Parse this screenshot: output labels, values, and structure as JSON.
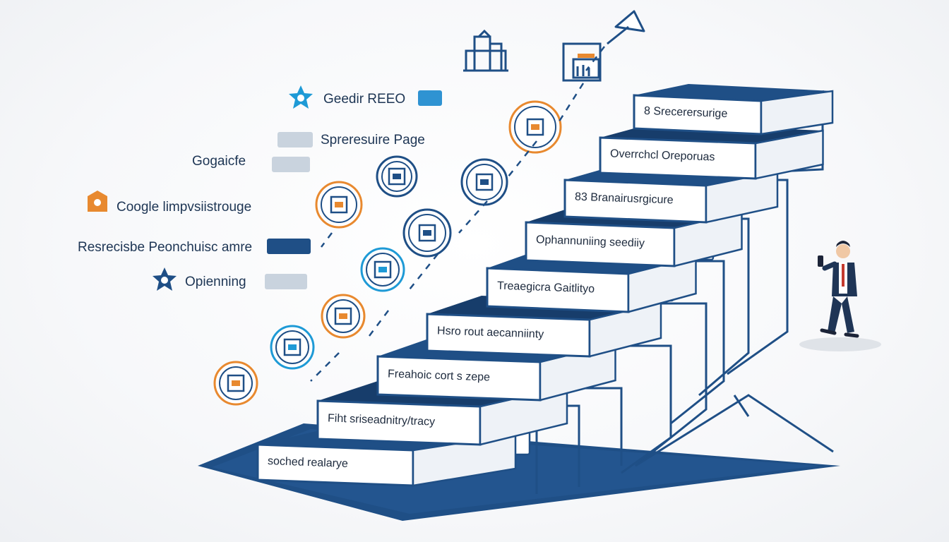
{
  "colors": {
    "navy": "#1f4f86",
    "navy_dark": "#173d6b",
    "orange": "#e8892f",
    "cyan": "#1e9ad6",
    "bar_light": "#c9d3de",
    "bar_dark": "#1f4f86",
    "bar_blue": "#2f93d2"
  },
  "steps": [
    {
      "label": "soched realarye"
    },
    {
      "label": "Fiht sriseadnitry/tracy"
    },
    {
      "label": "Freahoic cort s zepe"
    },
    {
      "label": "Hsro rout aecanniinty"
    },
    {
      "label": "Treaegicra Gaitlityo"
    },
    {
      "label": "Ophannuniing seediiy"
    },
    {
      "label": "83 Branairusrgicure"
    },
    {
      "label": "Overrchcl Oreporuas"
    },
    {
      "label": "8 Srecerersurige"
    }
  ],
  "left_labels": [
    {
      "text": "Geedir REEO",
      "icon": "star-badge-icon",
      "bar": "blue"
    },
    {
      "text": "Spreresuire Page",
      "icon": "",
      "bar": "light"
    },
    {
      "text": "Gogaicfe",
      "icon": "",
      "bar": "light"
    },
    {
      "text": "Coogle limpvsiistrouge",
      "icon": "orange-badge-icon",
      "bar": ""
    },
    {
      "text": "Resrecisbe Peonchuisc amre",
      "icon": "",
      "bar": "dark"
    },
    {
      "text": "Opienning",
      "icon": "star-badge-icon",
      "bar": "light"
    }
  ],
  "circle_icons": [
    {
      "icon": "monitor-icon",
      "ring": "orange"
    },
    {
      "icon": "tablet-icon",
      "ring": "cyan"
    },
    {
      "icon": "document-icon",
      "ring": "orange"
    },
    {
      "icon": "chart-icon",
      "ring": "cyan"
    },
    {
      "icon": "globe-icon",
      "ring": "orange"
    },
    {
      "icon": "target-icon",
      "ring": "navy"
    },
    {
      "icon": "books-icon",
      "ring": "navy"
    },
    {
      "icon": "building-icon",
      "ring": "navy"
    },
    {
      "icon": "report-icon",
      "ring": "orange"
    }
  ],
  "top_icons": [
    {
      "icon": "city-building-icon"
    },
    {
      "icon": "bar-chart-frame-icon"
    },
    {
      "icon": "paper-plane-icon"
    }
  ],
  "person": {
    "icon": "businessman-icon"
  }
}
